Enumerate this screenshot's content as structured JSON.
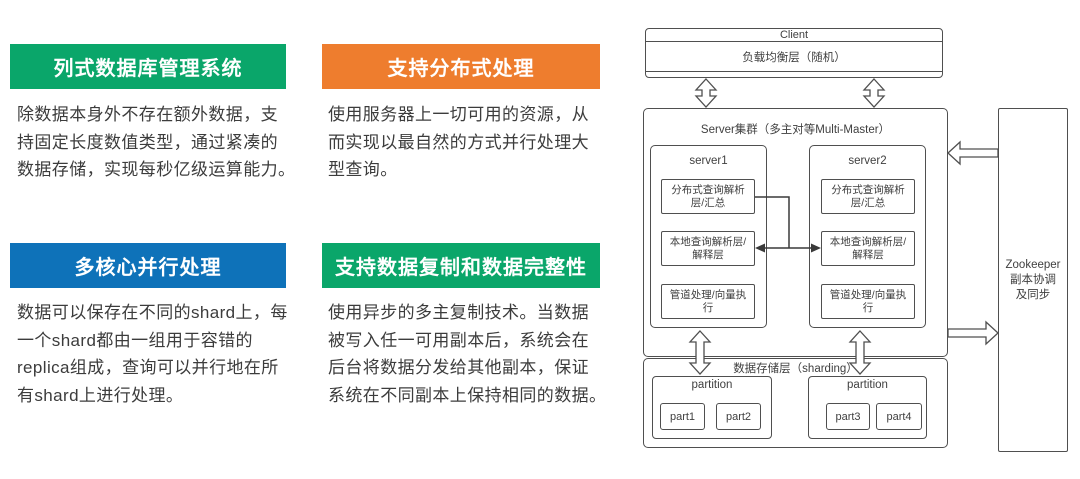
{
  "palette": {
    "green": "#0AA66A",
    "orange": "#EE7D2E",
    "blue": "#0E72B9",
    "body_text": "#3C3C3C",
    "diagram_line": "#4F4F4F"
  },
  "cards": [
    {
      "title": "列式数据库管理系统",
      "color": "#0AA66A",
      "body": "除数据本身外不存在额外数据，支\n持固定长度数值类型，通过紧凑的\n数据存储，实现每秒亿级运算能力。"
    },
    {
      "title": "支持分布式处理",
      "color": "#EE7D2E",
      "body": "使用服务器上一切可用的资源，从\n而实现以最自然的方式并行处理大\n型查询。"
    },
    {
      "title": "多核心并行处理",
      "color": "#0E72B9",
      "body": "数据可以保存在不同的shard上，每\n一个shard都由一组用于容错的\nreplica组成，查询可以并行地在所\n有shard上进行处理。"
    },
    {
      "title": "支持数据复制和数据完整性",
      "color": "#0AA66A",
      "body": "使用异步的多主复制技术。当数据\n被写入任一可用副本后，系统会在\n后台将数据分发给其他副本，保证\n系统在不同副本上保持相同的数据。"
    }
  ],
  "diagram": {
    "client": {
      "title": "Client",
      "load_balancer": "负载均衡层（随机）"
    },
    "cluster": {
      "title": "Server集群（多主对等Multi-Master）",
      "servers": [
        {
          "name": "server1",
          "layers": [
            "分布式查询解析\n层/汇总",
            "本地查询解析层/\n解释层",
            "管道处理/向量执\n行"
          ]
        },
        {
          "name": "server2",
          "layers": [
            "分布式查询解析\n层/汇总",
            "本地查询解析层/\n解释层",
            "管道处理/向量执\n行"
          ]
        }
      ]
    },
    "storage": {
      "title": "数据存储层（sharding）",
      "partitions": [
        {
          "label": "partition",
          "parts": [
            "part1",
            "part2"
          ]
        },
        {
          "label": "partition",
          "parts": [
            "part3",
            "part4"
          ]
        }
      ]
    },
    "zookeeper": {
      "label": "Zookeeper\n副本协调\n及同步"
    }
  }
}
